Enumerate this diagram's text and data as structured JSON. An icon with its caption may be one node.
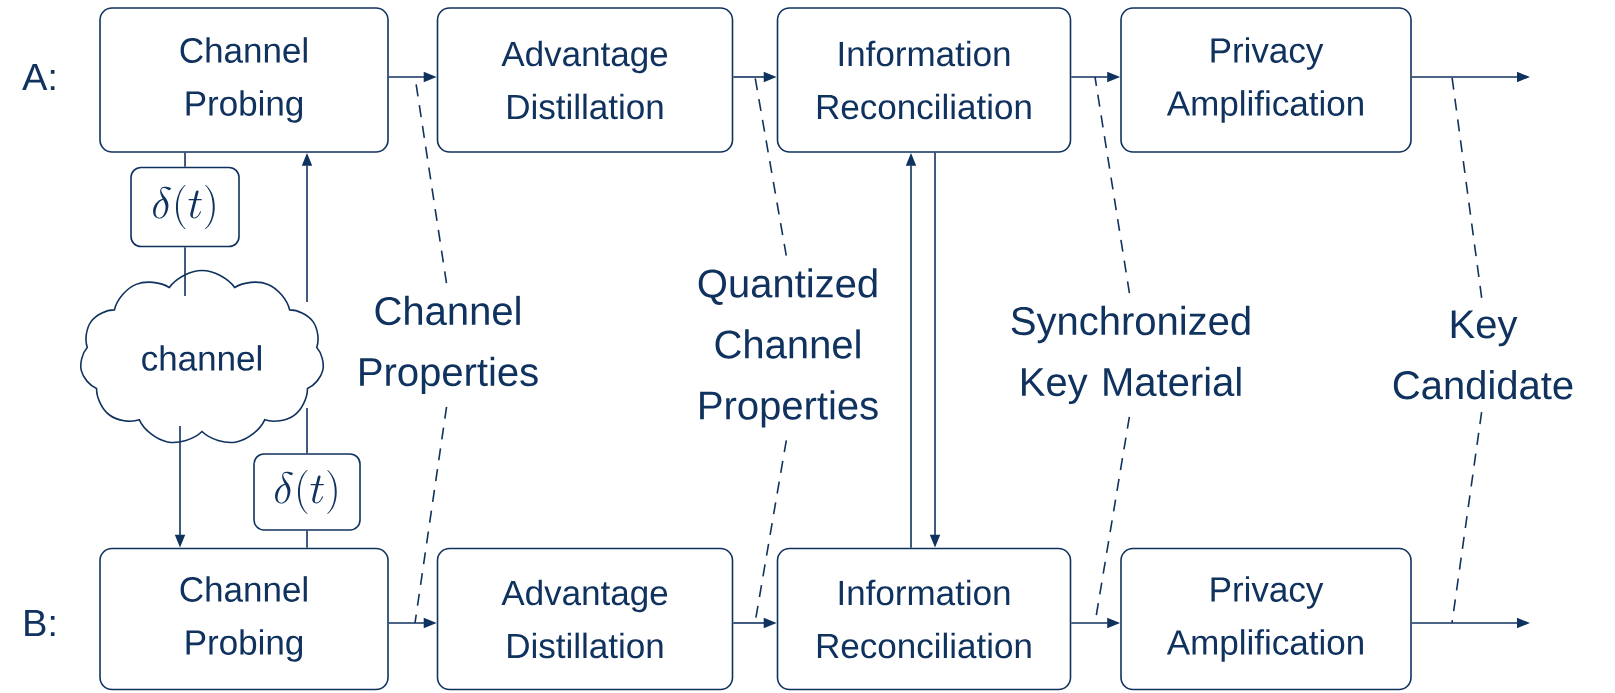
{
  "diagram": {
    "nodes": [
      {
        "text": [
          "Channel Probing"
        ]
      },
      {
        "text": [
          "Advantage Distillation"
        ]
      },
      {
        "text": [
          "Information Reconciliation"
        ]
      },
      {
        "text": [
          "Privacy Amplification"
        ]
      },
      {
        "text": [
          "\\delta(t)"
        ]
      },
      {
        "text": [
          "channel"
        ]
      },
      {
        "text": [
          "Channel Properties"
        ]
      },
      {
        "text": [
          "Quantized Channel Properties"
        ]
      },
      {
        "text": [
          "Synchronized Key Material"
        ]
      },
      {
        "text": [
          "Key Candidate"
        ]
      },
      {
        "text": [
          "\\delta(t)"
        ]
      },
      {
        "text": [
          "Channel Probing"
        ]
      },
      {
        "text": [
          "Advantage Distillation"
        ]
      },
      {
        "text": [
          "Information Reconciliation"
        ]
      },
      {
        "text": [
          "Privacy Amplification"
        ]
      }
    ],
    "edges": [
      {
        "from": 0,
        "to": 1,
        "arrow": "to"
      },
      {
        "from": 1,
        "to": 2,
        "arrow": "to"
      },
      {
        "from": 2,
        "to": 3,
        "arrow": "to"
      },
      {
        "from": 3,
        "to": null,
        "arrow": "to"
      },
      {
        "from": 11,
        "to": 12,
        "arrow": "to"
      },
      {
        "from": 12,
        "to": 13,
        "arrow": "to"
      },
      {
        "from": 13,
        "to": 14,
        "arrow": "to"
      },
      {
        "from": 14,
        "to": null,
        "arrow": "to"
      },
      {
        "from": 0,
        "to": 4,
        "arrow": "none"
      },
      {
        "from": 4,
        "to": 5,
        "arrow": "none"
      },
      {
        "from": 5,
        "to": 0,
        "arrow": "to"
      },
      {
        "from": 5,
        "to": 11,
        "arrow": "to"
      },
      {
        "from": 11,
        "to": 10,
        "arrow": "none"
      },
      {
        "from": 10,
        "to": 5,
        "arrow": "none"
      },
      {
        "from": 2,
        "to": 13,
        "arrow": "to"
      },
      {
        "from": 13,
        "to": 2,
        "arrow": "to"
      },
      {
        "from": 6,
        "to": null,
        "arrow": "none",
        "style": "dashed"
      },
      {
        "from": 6,
        "to": null,
        "arrow": "none",
        "style": "dashed"
      },
      {
        "from": 7,
        "to": null,
        "arrow": "none",
        "style": "dashed"
      },
      {
        "from": 7,
        "to": null,
        "arrow": "none",
        "style": "dashed"
      },
      {
        "from": 8,
        "to": null,
        "arrow": "none",
        "style": "dashed"
      },
      {
        "from": 8,
        "to": null,
        "arrow": "none",
        "style": "dashed"
      },
      {
        "from": 9,
        "to": null,
        "arrow": "none",
        "style": "dashed"
      },
      {
        "from": 9,
        "to": null,
        "arrow": "none",
        "style": "dashed"
      }
    ],
    "labels": [
      "A:",
      "B:"
    ]
  }
}
